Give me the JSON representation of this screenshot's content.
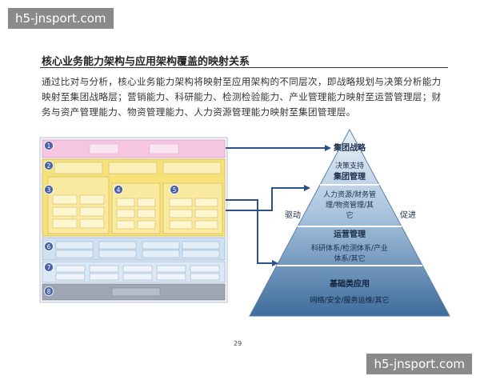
{
  "watermark": "h5-jnsport.com",
  "title": "核心业务能力架构与应用架构覆盖的映射关系",
  "intro": "通过比对与分析，核心业务能力架构将映射至应用架构的不同层次，即战略规划与决策分析能力映射至集团战略层；营销能力、科研能力、检测检验能力、产业管理能力映射至运营管理层；财务与资产管理能力、物资管理能力、人力资源管理能力映射至集团管理层。",
  "capability_numbers": [
    "1",
    "2",
    "3",
    "4",
    "5",
    "6",
    "7",
    "8"
  ],
  "pyramid": {
    "levels": [
      {
        "title": "集团战略",
        "detail": [
          "决策支持"
        ]
      },
      {
        "title": "集团管理",
        "detail": [
          "人力资源/财务管",
          "理/物资管理/其",
          "它"
        ]
      },
      {
        "title": "运营管理",
        "detail": [
          "科研体系/检测体系/产业",
          "体系/其它"
        ]
      },
      {
        "title": "基础类应用",
        "detail": [
          "网络/安全/服务运维/其它"
        ]
      }
    ],
    "side_left": "驱动",
    "side_right": "促进"
  },
  "page_number": "29",
  "colors": {
    "band_pink": "#f6c6e0",
    "band_yellow": "#f7e27a",
    "band_blue": "#cfe0f1",
    "band_grey": "#9fa7b5",
    "arrow": "#2d4f8a",
    "pyramid_top": "#e6eef7",
    "pyramid_bottom": "#3e6c9c"
  }
}
